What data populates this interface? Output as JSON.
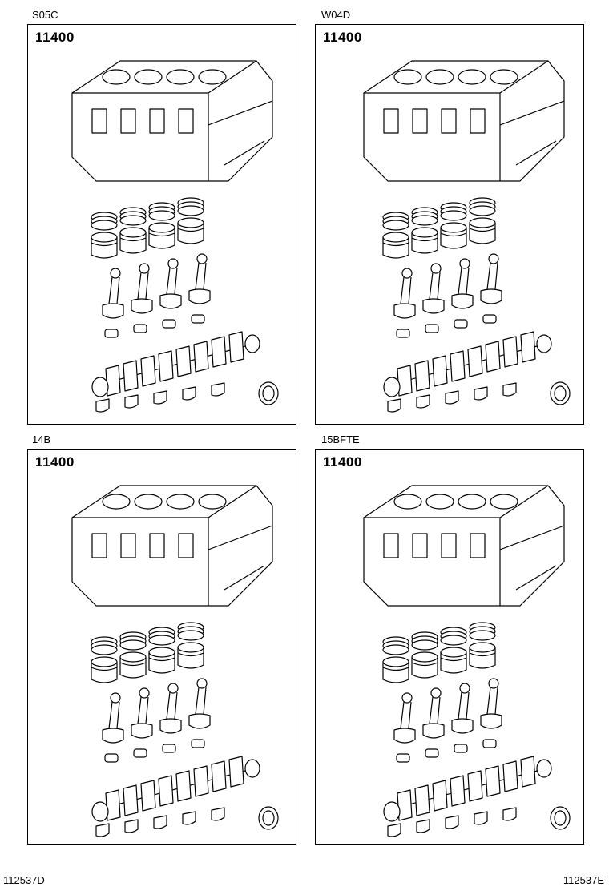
{
  "panels": [
    {
      "engine": "S05C",
      "part_number": "11400"
    },
    {
      "engine": "W04D",
      "part_number": "11400"
    },
    {
      "engine": "14B",
      "part_number": "11400"
    },
    {
      "engine": "15BFTE",
      "part_number": "11400"
    }
  ],
  "footer": {
    "left_code": "112537D",
    "right_code": "112537E"
  }
}
